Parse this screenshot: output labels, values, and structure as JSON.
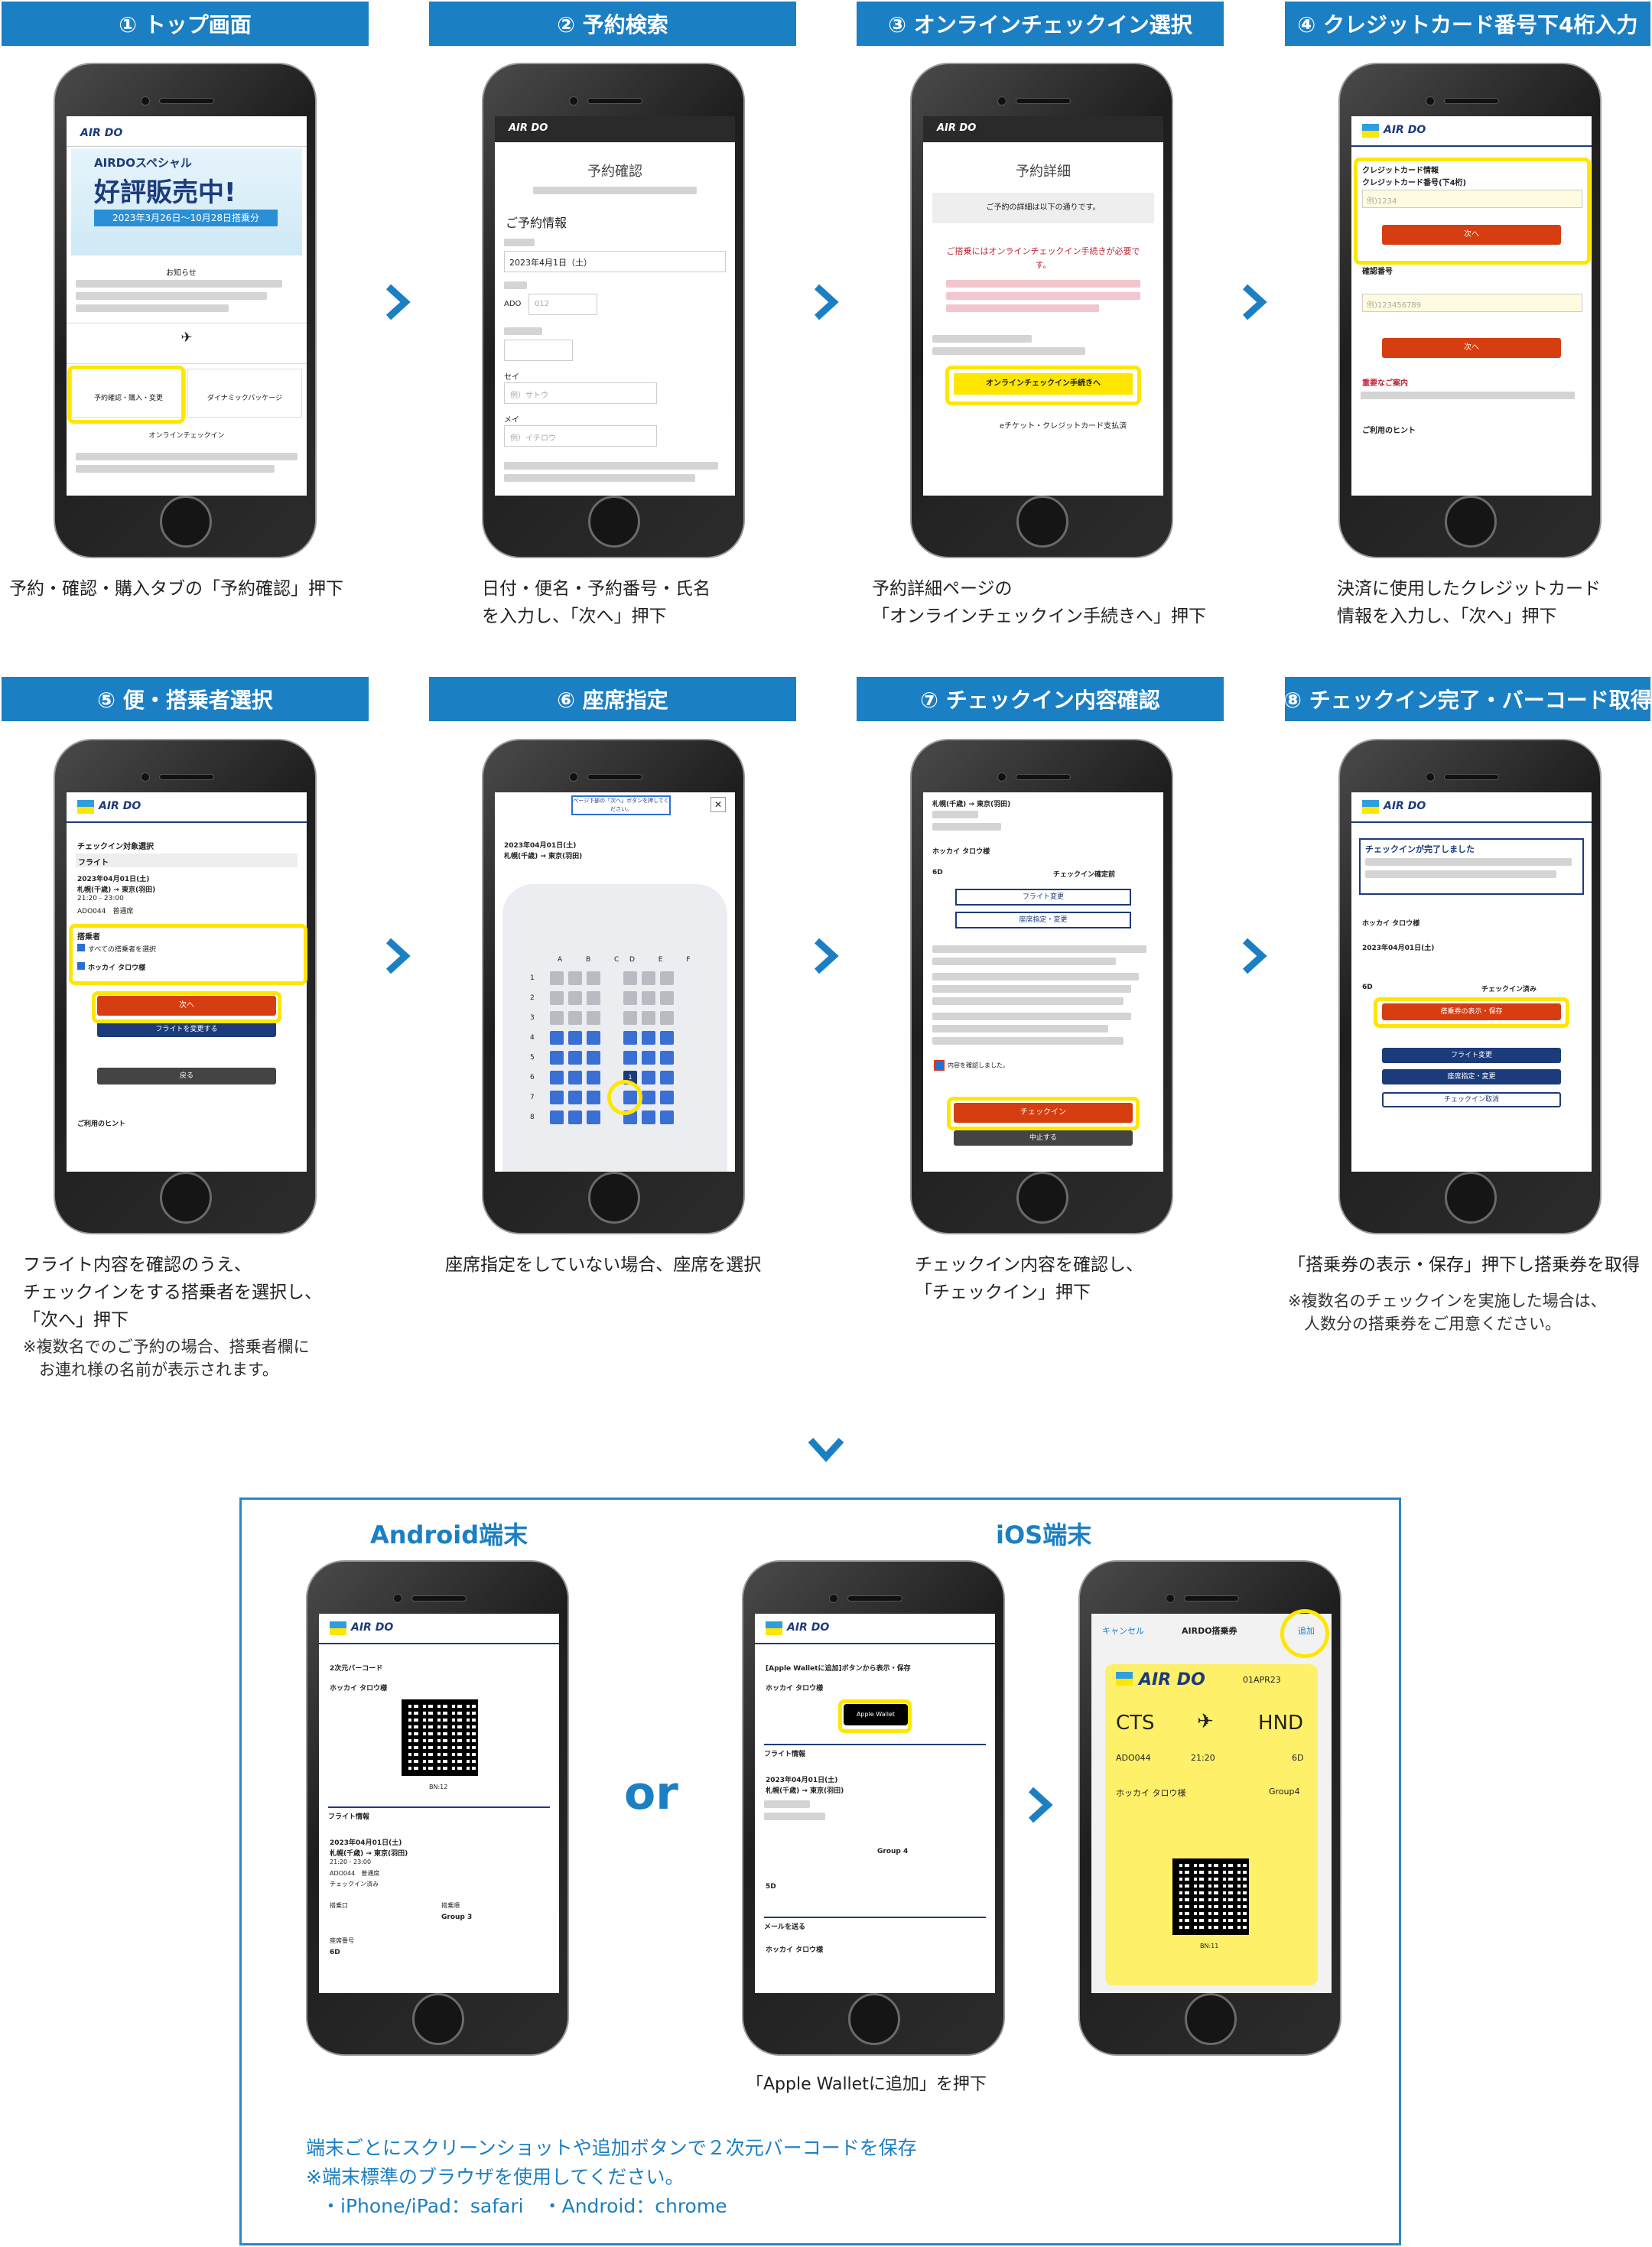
{
  "steps": [
    {
      "title": "① トップ画面",
      "caption": "予約・確認・購入タブの「予約確認」押下",
      "note": ""
    },
    {
      "title": "② 予約検索",
      "caption": "日付・便名・予約番号・氏名\nを入力し、「次へ」押下",
      "note": ""
    },
    {
      "title": "③ オンラインチェックイン選択",
      "caption": "予約詳細ページの\n「オンラインチェックイン手続きへ」押下",
      "note": ""
    },
    {
      "title": "④ クレジットカード番号下4桁入力",
      "caption": "決済に使用したクレジットカード\n情報を入力し、「次へ」押下",
      "note": ""
    },
    {
      "title": "⑤ 便・搭乗者選択",
      "caption": "フライト内容を確認のうえ、\nチェックインをする搭乗者を選択し、\n「次へ」押下",
      "note": "※複数名でのご予約の場合、搭乗者欄に\n　お連れ様の名前が表示されます。"
    },
    {
      "title": "⑥ 座席指定",
      "caption": "座席指定をしていない場合、座席を選択",
      "note": ""
    },
    {
      "title": "⑦ チェックイン内容確認",
      "caption": "チェックイン内容を確認し、\n「チェックイン」押下",
      "note": ""
    },
    {
      "title": "⑧ チェックイン完了・バーコード取得",
      "caption": "「搭乗券の表示・保存」押下し搭乗券を取得",
      "note": "※複数名のチェックインを実施した場合は、\n　人数分の搭乗券をご用意ください。"
    }
  ],
  "screens": {
    "logo": "AIR DO",
    "s1": {
      "banner": "AIRDOスペシャル",
      "banner2": "好評販売中!",
      "dates": "2023年3月26日〜10月28日搭乗分",
      "notice": "お知らせ",
      "tab": "予約確認・購入・変更",
      "tab2": "ダイナミックパッケージ",
      "online": "オンラインチェックイン"
    },
    "s2": {
      "h": "予約確認",
      "sec": "ご予約情報",
      "date": "2023年4月1日（土）",
      "flight": "ADO",
      "flightph": "012",
      "sei": "セイ",
      "seiph": "例）サトウ",
      "mei": "メイ",
      "meiph": "例）イチロウ"
    },
    "s3": {
      "h": "予約詳細",
      "sub": "ご予約の詳細は以下の通りです。",
      "warn": "ご搭乗にはオンラインチェックイン手続きが必要です。",
      "btn": "オンラインチェックイン手続きへ",
      "ticket": "eチケット・クレジットカード支払済"
    },
    "s4": {
      "sec": "クレジットカード情報",
      "label": "クレジットカード番号(下4桁)",
      "ph": "例)1234",
      "next": "次へ",
      "confirm": "確認番号",
      "ph2": "例)123456789",
      "next2": "次へ",
      "imp": "重要なご案内",
      "hint": "ご利用のヒント"
    },
    "s5": {
      "h": "チェックイン対象選択",
      "flight": "フライト",
      "date": "2023年04月01日(土)",
      "route": "札幌(千歳) → 東京(羽田)",
      "time": "21:20 - 23:00",
      "no": "ADO044　普通席",
      "pax": "搭乗者",
      "all": "すべての搭乗者を選択",
      "name": "ホッカイ タロウ様",
      "next": "次へ",
      "change": "フライトを変更する",
      "back": "戻る",
      "hint": "ご利用のヒント"
    },
    "s6": {
      "bubble": "ページ下部の「次へ」ボタンを押してください。",
      "date": "2023年04月01日(土)",
      "route": "札幌(千歳) → 東京(羽田)",
      "cols": "D E F",
      "ab": "A B C",
      "rows": [
        "1",
        "2",
        "3",
        "4",
        "5",
        "6",
        "7",
        "8"
      ],
      "sel": "1"
    },
    "s7": {
      "route": "札幌(千歳) → 東京(羽田)",
      "pax": "ホッカイ タロウ様",
      "seat": "6D",
      "status": "チェックイン確定前",
      "fc": "フライト変更",
      "sc": "座席指定・変更",
      "confirm": "内容を確認しました。",
      "ci": "チェックイン",
      "stop": "中止する"
    },
    "s8": {
      "h": "チェックインが完了しました",
      "pax": "ホッカイ タロウ様",
      "date": "2023年04月01日(土)",
      "seat": "6D",
      "status": "チェックイン済み",
      "show": "搭乗券の表示・保存",
      "fc": "フライト変更",
      "sc": "座席指定・変更",
      "cancel": "チェックイン取消"
    }
  },
  "bottom": {
    "android_title": "Android端末",
    "ios_title": "iOS端末",
    "or": "or",
    "android": {
      "sub": "2次元バーコード",
      "name": "ホッカイ タロウ様",
      "bn": "BN:12",
      "fi": "フライト情報",
      "date": "2023年04月01日(土)",
      "route": "札幌(千歳) → 東京(羽田)",
      "time": "21:20 - 23:00",
      "no": "ADO044　普通席",
      "ci": "チェックイン済み",
      "gate": "搭乗口",
      "group": "搭乗順",
      "groupv": "Group 3",
      "seatl": "座席番号",
      "seat": "6D"
    },
    "ios": {
      "sub": "[Apple Walletに追加]ボタンから表示・保存",
      "name": "ホッカイ タロウ様",
      "wallet": "Apple Wallet",
      "fi": "フライト情報",
      "date": "2023年04月01日(土)",
      "route": "札幌(千歳) → 東京(羽田)",
      "groupv": "Group 4",
      "seat": "5D",
      "mail": "メールを送る"
    },
    "wallet": {
      "cancel": "キャンセル",
      "title": "AIRDO搭乗券",
      "add": "追加",
      "date": "01APR23",
      "from": "CTS",
      "to": "HND",
      "flight": "ADO044",
      "dep": "21:20",
      "seat": "6D",
      "name": "ホッカイ タロウ様",
      "group": "Group4",
      "bn": "BN:11"
    },
    "press": "「Apple Walletに追加」を押下",
    "foot1": "端末ごとにスクリーンショットや追加ボタンで２次元バーコードを保存",
    "foot2": "※端末標準のブラウザを使用してください。",
    "foot3": "・iPhone/iPad：safari　・Android：chrome"
  },
  "colors": {
    "header": "#1b7fc4",
    "accent": "#d63d10",
    "navy": "#1c3b7a",
    "highlight": "#ffe600"
  }
}
